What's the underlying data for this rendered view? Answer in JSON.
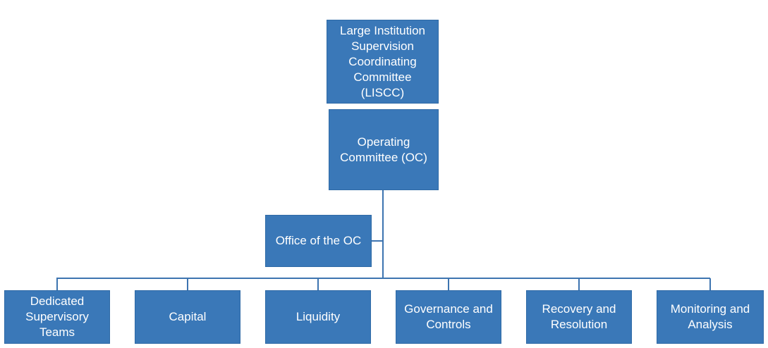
{
  "org_chart": {
    "top": {
      "label": "Large Institution\nSupervision\nCoordinating\nCommittee\n(LISCC)"
    },
    "operating_committee": {
      "label": "Operating\nCommittee (OC)"
    },
    "office": {
      "label": "Office of the OC"
    },
    "units": [
      {
        "label": "Dedicated\nSupervisory\nTeams"
      },
      {
        "label": "Capital"
      },
      {
        "label": "Liquidity"
      },
      {
        "label": "Governance and\nControls"
      },
      {
        "label": "Recovery and\nResolution"
      },
      {
        "label": "Monitoring and\nAnalysis"
      }
    ]
  },
  "colors": {
    "box_fill": "#3a78b8",
    "connector": "#3d74b0",
    "text": "#ffffff"
  }
}
